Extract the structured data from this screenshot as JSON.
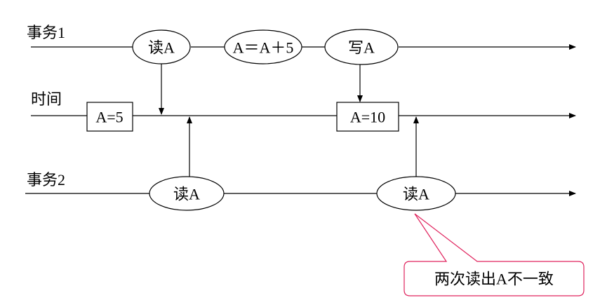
{
  "lanes": {
    "transaction1": {
      "label": "事务1"
    },
    "time": {
      "label": "时间"
    },
    "transaction2": {
      "label": "事务2"
    }
  },
  "nodes": {
    "t1_read": "读A",
    "t1_compute": "A＝A＋5",
    "t1_write": "写A",
    "time_val1": "A=5",
    "time_val2": "A=10",
    "t2_read1": "读A",
    "t2_read2": "读A"
  },
  "annotation": {
    "text": "两次读出A不一致",
    "color": "#e0245e"
  }
}
